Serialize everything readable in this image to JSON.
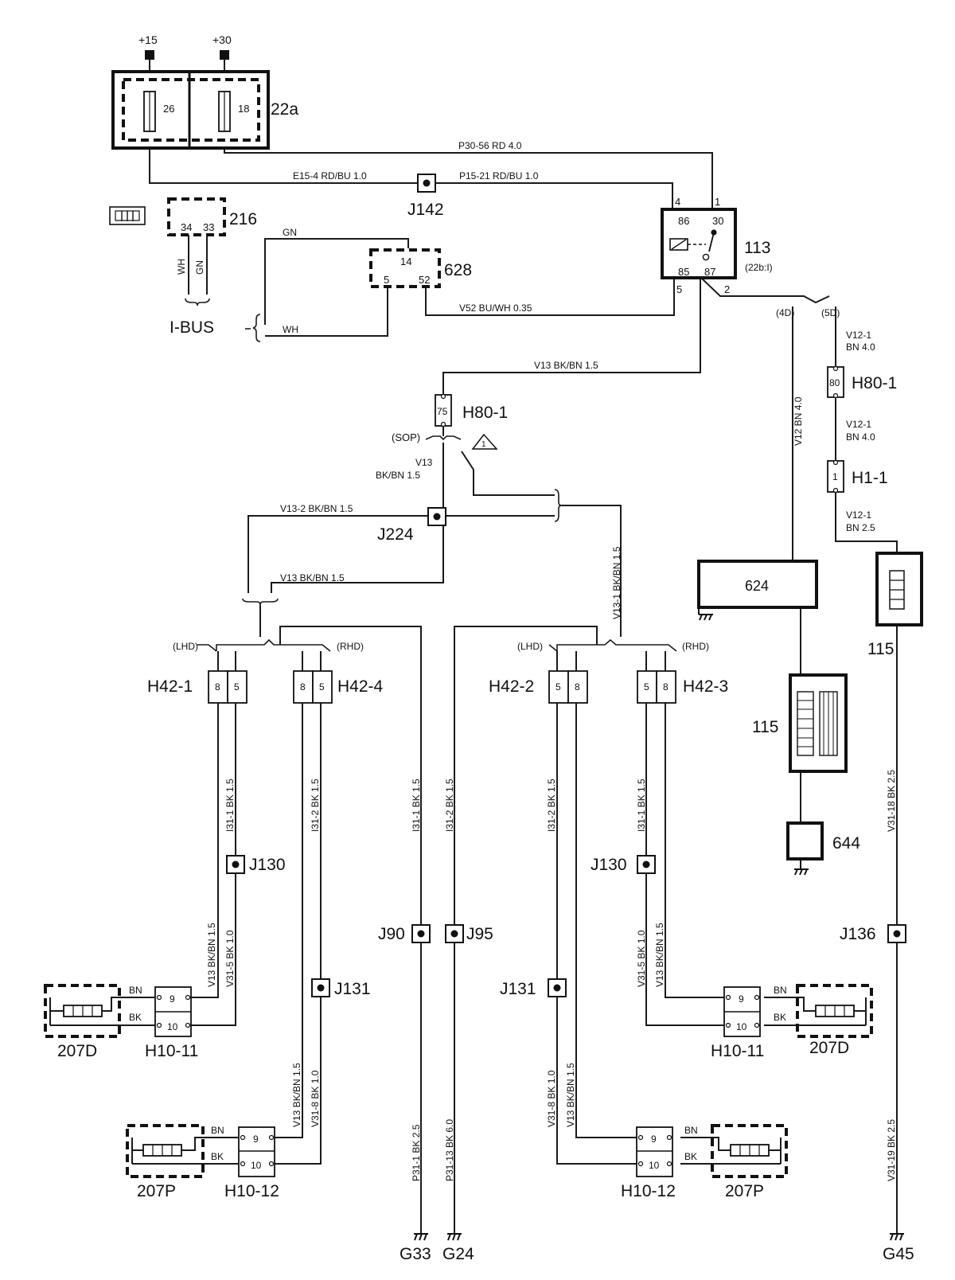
{
  "supply": {
    "p15": "+15",
    "p30": "+30"
  },
  "fuse_box": {
    "id": "22a",
    "fuse1": "26",
    "fuse2": "18"
  },
  "relay": {
    "id": "113",
    "sub": "(22b:I)",
    "pin4": "4",
    "pin1": "1",
    "pin86": "86",
    "pin30": "30",
    "pin85": "85",
    "pin87": "87",
    "pin5": "5",
    "pin2": "2"
  },
  "module216": {
    "id": "216",
    "pin34": "34",
    "pin33": "33"
  },
  "module628": {
    "id": "628",
    "pin14": "14",
    "pin5": "5",
    "pin52": "52"
  },
  "ibus": {
    "label": "I-BUS",
    "wire_wh": "WH",
    "wire_gn": "GN"
  },
  "wires": {
    "p30_56": "P30-56   RD   4.0",
    "e15_4": "E15-4   RD/BU   1.0",
    "p15_21": "P15-21  RD/BU  1.0",
    "gn": "GN",
    "wh": "WH",
    "v52": "V52   BU/WH  0.35",
    "v13_top": "V13   BK/BN   1.5",
    "v13_sop_a": "V13",
    "v13_sop_b": "BK/BN  1.5",
    "v13_2": "V13-2   BK/BN   1.5",
    "v13_left": "V13   BK/BN   1.5",
    "v13_1": "V13-1   BK/BN   1.5",
    "v12_bn": "V12   BN   4.0",
    "v12_1a_1": "V12-1",
    "v12_1a_2": "BN  4.0",
    "v12_1b_1": "V12-1",
    "v12_1b_2": "BN  4.0",
    "v12_1c_1": "V12-1",
    "v12_1c_2": "BN  2.5",
    "i31_1a": "I31-1   BK   1.5",
    "i31_2a": "I31-2   BK   1.5",
    "i31_1b": "I31-1   BK   1.5",
    "i31_2b": "I31-2   BK   1.5",
    "i31_2c": "I31-2   BK   1.5",
    "i31_1c": "I31-1   BK   1.5",
    "v13_bkbn_a": "V13   BK/BN   1.5",
    "v31_5a": "V31-5   BK   1.0",
    "v13_bkbn_b": "V13   BK/BN   1.5",
    "v31_8a": "V31-8   BK   1.0",
    "p31_1": "P31-1   BK   2.5",
    "p31_13": "P31-13   BK   6.0",
    "v31_8b": "V31-8   BK   1.0",
    "v13_bkbn_c": "V13   BK/BN   1.5",
    "v31_5b": "V31-5   BK   1.0",
    "v13_bkbn_d": "V13   BK/BN   1.5",
    "v31_18": "V31-18   BK   2.5",
    "v31_19": "V31-19   BK   2.5",
    "bn": "BN",
    "bk": "BK"
  },
  "splices": {
    "j142": "J142",
    "j224": "J224",
    "j130": "J130",
    "j131": "J131",
    "j90": "J90",
    "j95": "J95",
    "j136": "J136"
  },
  "connectors": {
    "h80_1": "H80-1",
    "h80_pin75": "75",
    "h80_pin80": "80",
    "h1_1": "H1-1",
    "h1_pin1": "1",
    "h42_1": "H42-1",
    "h42_2": "H42-2",
    "h42_3": "H42-3",
    "h42_4": "H42-4",
    "pin8": "8",
    "pin5": "5",
    "h10_11": "H10-11",
    "h10_12": "H10-12",
    "pin9": "9",
    "pin10": "10"
  },
  "variants": {
    "sop": "(SOP)",
    "note": "1",
    "lhd": "(LHD)",
    "rhd": "(RHD)",
    "v4d": "(4D)",
    "v5d": "(5D)"
  },
  "components": {
    "c624": "624",
    "c115": "115",
    "c644": "644",
    "c207d": "207D",
    "c207p": "207P"
  },
  "grounds": {
    "g33": "G33",
    "g24": "G24",
    "g45": "G45"
  }
}
